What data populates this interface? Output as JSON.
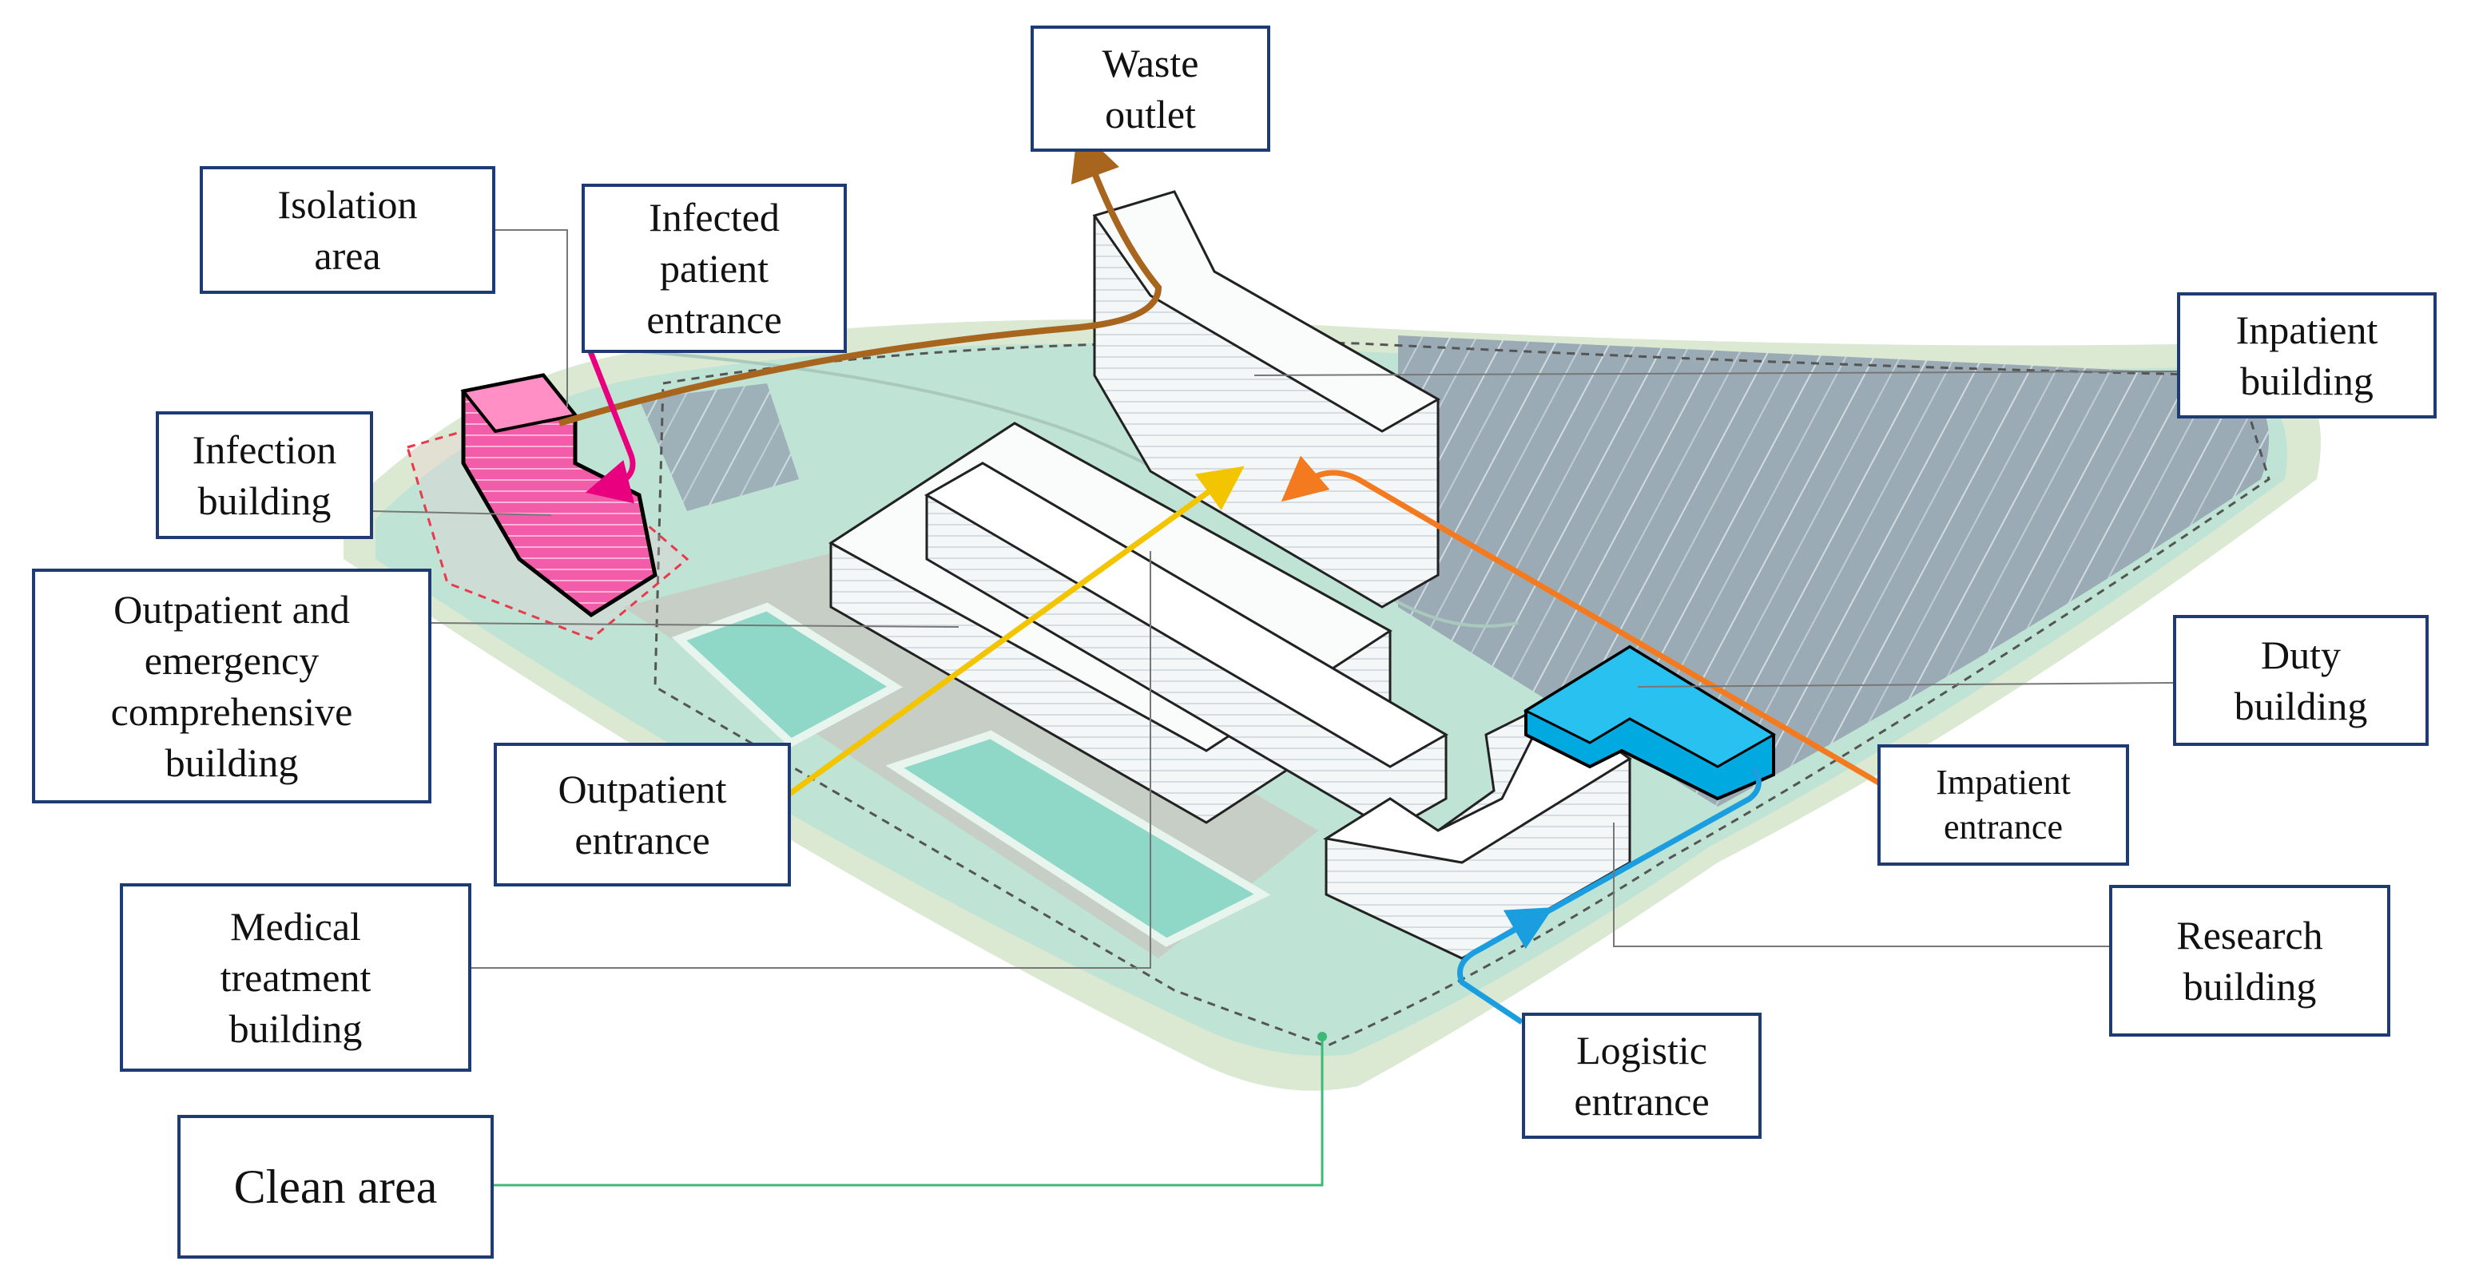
{
  "labels": {
    "waste_outlet": [
      "Waste",
      "outlet"
    ],
    "isolation_area": [
      "Isolation",
      "area"
    ],
    "infected_patient_entrance": [
      "Infected",
      "patient",
      "entrance"
    ],
    "inpatient_building": [
      "Inpatient",
      "building"
    ],
    "infection_building": [
      "Infection",
      "building"
    ],
    "outpatient_emergency_building": [
      "Outpatient and",
      "emergency",
      "comprehensive",
      "building"
    ],
    "duty_building": [
      "Duty",
      "building"
    ],
    "outpatient_entrance": [
      "Outpatient",
      "entrance"
    ],
    "impatient_entrance": [
      "Impatient",
      "entrance"
    ],
    "medical_treatment_building": [
      "Medical",
      "treatment",
      "building"
    ],
    "research_building": [
      "Research",
      "building"
    ],
    "logistic_entrance": [
      "Logistic",
      "entrance"
    ],
    "clean_area": [
      "Clean area"
    ]
  },
  "colors": {
    "box_border": "#1f3b73",
    "infection_building": "#f25ca8",
    "duty_building": "#00a9e0",
    "waste_route": "#a8651e",
    "infected_route": "#e8007f",
    "outpatient_route": "#f2c500",
    "inpatient_route": "#f47a20",
    "logistic_route": "#1a9ee0",
    "clean_area_leader": "#3cb878",
    "site_green": "#bfe3d4",
    "site_border": "#dbe8d2",
    "parking": "#98a8b4"
  }
}
